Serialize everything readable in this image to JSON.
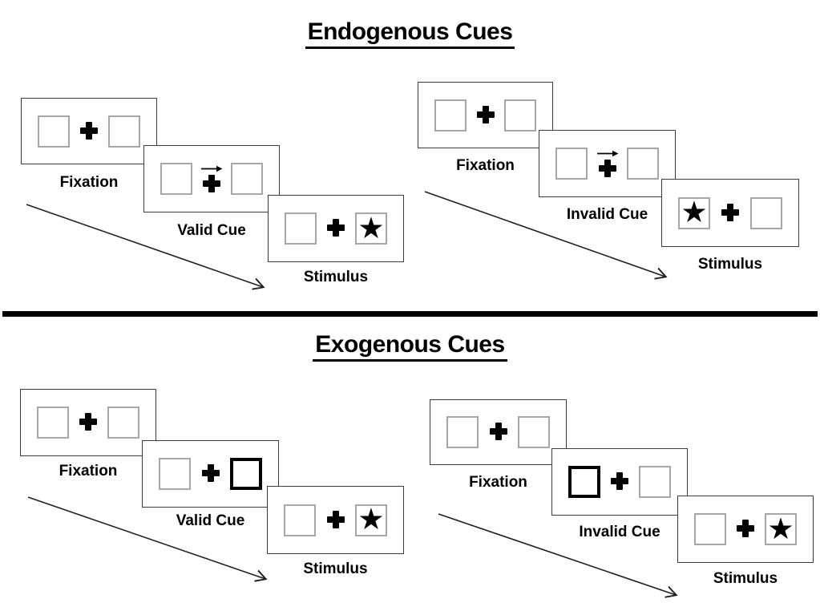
{
  "diagram": {
    "sections": [
      {
        "title": "Endogenous Cues",
        "trials": [
          {
            "name": "valid",
            "frames": [
              {
                "label": "Fixation",
                "cue": "none",
                "star": "none"
              },
              {
                "label": "Valid Cue",
                "cue": "arrow-right",
                "star": "none"
              },
              {
                "label": "Stimulus",
                "cue": "none",
                "star": "right"
              }
            ]
          },
          {
            "name": "invalid",
            "frames": [
              {
                "label": "Fixation",
                "cue": "none",
                "star": "none"
              },
              {
                "label": "Invalid Cue",
                "cue": "arrow-right",
                "star": "none"
              },
              {
                "label": "Stimulus",
                "cue": "none",
                "star": "left"
              }
            ]
          }
        ]
      },
      {
        "title": "Exogenous Cues",
        "trials": [
          {
            "name": "valid",
            "frames": [
              {
                "label": "Fixation",
                "cue": "none",
                "star": "none"
              },
              {
                "label": "Valid Cue",
                "cue": "thick-box-right",
                "star": "none"
              },
              {
                "label": "Stimulus",
                "cue": "none",
                "star": "right"
              }
            ]
          },
          {
            "name": "invalid",
            "frames": [
              {
                "label": "Fixation",
                "cue": "none",
                "star": "none"
              },
              {
                "label": "Invalid Cue",
                "cue": "thick-box-left",
                "star": "none"
              },
              {
                "label": "Stimulus",
                "cue": "none",
                "star": "right"
              }
            ]
          }
        ]
      }
    ],
    "glyphs": {
      "star": "★",
      "fixation_cross": "+",
      "cue_arrow": "→"
    },
    "colors": {
      "background": "#ffffff",
      "ink": "#000000",
      "panel_border": "#3c3c3c",
      "box_border": "#a6a6a6"
    }
  }
}
